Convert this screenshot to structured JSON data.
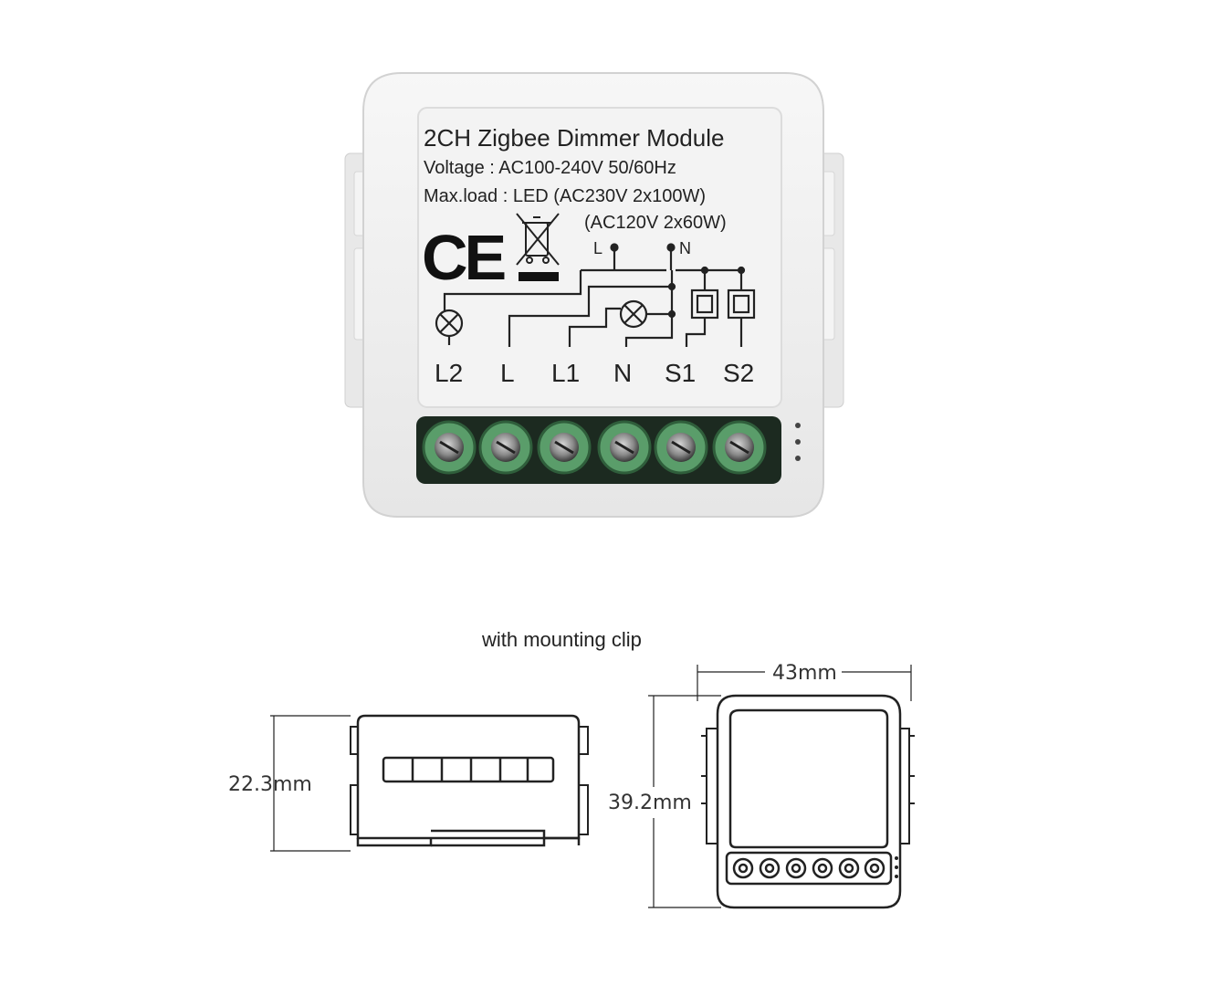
{
  "product": {
    "title": "2CH Zigbee Dimmer Module",
    "voltage": "Voltage : AC100-240V 50/60Hz",
    "maxload_line1": "Max.load : LED (AC230V 2x100W)",
    "maxload_line2": "(AC120V 2x60W)",
    "ce_mark": "CE",
    "wiring_top_labels": [
      "L",
      "N"
    ],
    "terminal_labels": [
      "L2",
      "L",
      "L1",
      "N",
      "S1",
      "S2"
    ],
    "terminal_color": "#5a9d6a",
    "body_color": "#f1f1f1"
  },
  "dimensions": {
    "caption": "with mounting clip",
    "side_height": "22.3mm",
    "front_width": "43mm",
    "front_height": "39.2mm"
  }
}
